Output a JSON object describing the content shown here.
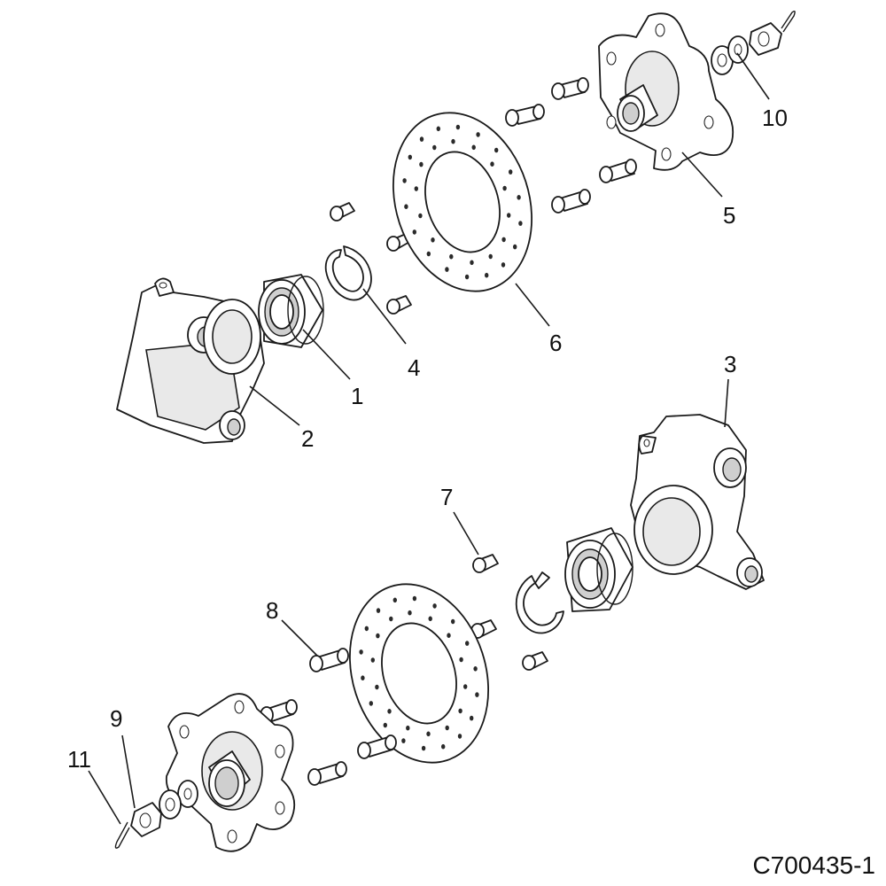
{
  "callouts": {
    "c1": "1",
    "c2": "2",
    "c3": "3",
    "c4": "4",
    "c5": "5",
    "c6": "6",
    "c7": "7",
    "c8": "8",
    "c9": "9",
    "c10": "10",
    "c11": "11"
  },
  "document_id": "C700435-1"
}
